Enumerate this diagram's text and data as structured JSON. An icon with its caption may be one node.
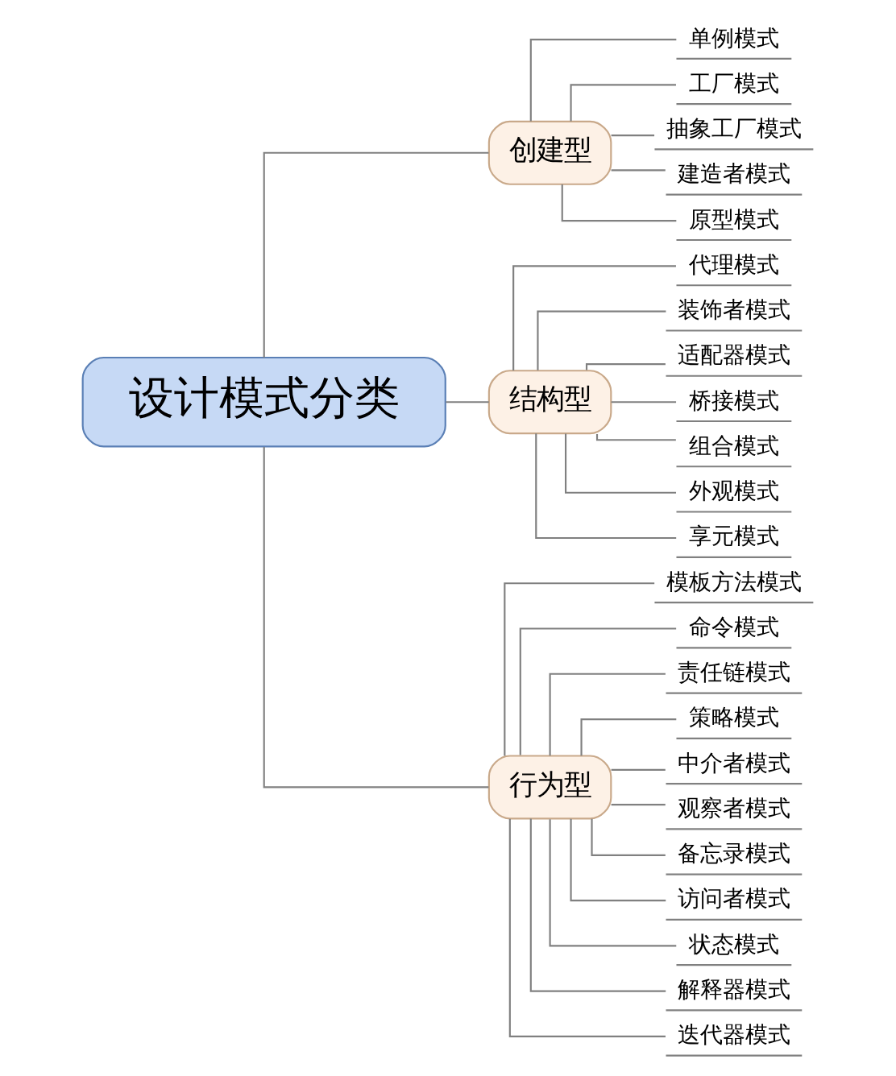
{
  "diagram": {
    "nodes": [
      {
        "text": [
          "设计模式分类"
        ]
      },
      {
        "text": [
          "创建型"
        ]
      },
      {
        "text": [
          "单例模式"
        ]
      },
      {
        "text": [
          "工厂模式"
        ]
      },
      {
        "text": [
          "抽象工厂模式"
        ]
      },
      {
        "text": [
          "建造者模式"
        ]
      },
      {
        "text": [
          "原型模式"
        ]
      },
      {
        "text": [
          "结构型"
        ]
      },
      {
        "text": [
          "代理模式"
        ]
      },
      {
        "text": [
          "装饰者模式"
        ]
      },
      {
        "text": [
          "适配器模式"
        ]
      },
      {
        "text": [
          "桥接模式"
        ]
      },
      {
        "text": [
          "组合模式"
        ]
      },
      {
        "text": [
          "外观模式"
        ]
      },
      {
        "text": [
          "享元模式"
        ]
      },
      {
        "text": [
          "行为型"
        ]
      },
      {
        "text": [
          "模板方法模式"
        ]
      },
      {
        "text": [
          "命令模式"
        ]
      },
      {
        "text": [
          "责任链模式"
        ]
      },
      {
        "text": [
          "策略模式"
        ]
      },
      {
        "text": [
          "中介者模式"
        ]
      },
      {
        "text": [
          "观察者模式"
        ]
      },
      {
        "text": [
          "备忘录模式"
        ]
      },
      {
        "text": [
          "访问者模式"
        ]
      },
      {
        "text": [
          "状态模式"
        ]
      },
      {
        "text": [
          "解释器模式"
        ]
      },
      {
        "text": [
          "迭代器模式"
        ]
      }
    ],
    "edges": [
      {
        "from": 0,
        "to": 1,
        "arrow": "none"
      },
      {
        "from": 0,
        "to": 7,
        "arrow": "none"
      },
      {
        "from": 0,
        "to": 15,
        "arrow": "none"
      },
      {
        "from": 1,
        "to": 2,
        "arrow": "none"
      },
      {
        "from": 1,
        "to": 3,
        "arrow": "none"
      },
      {
        "from": 1,
        "to": 4,
        "arrow": "none"
      },
      {
        "from": 1,
        "to": 5,
        "arrow": "none"
      },
      {
        "from": 1,
        "to": 6,
        "arrow": "none"
      },
      {
        "from": 7,
        "to": 8,
        "arrow": "none"
      },
      {
        "from": 7,
        "to": 9,
        "arrow": "none"
      },
      {
        "from": 7,
        "to": 10,
        "arrow": "none"
      },
      {
        "from": 7,
        "to": 11,
        "arrow": "none"
      },
      {
        "from": 7,
        "to": 12,
        "arrow": "none"
      },
      {
        "from": 7,
        "to": 13,
        "arrow": "none"
      },
      {
        "from": 7,
        "to": 14,
        "arrow": "none"
      },
      {
        "from": 15,
        "to": 16,
        "arrow": "none"
      },
      {
        "from": 15,
        "to": 17,
        "arrow": "none"
      },
      {
        "from": 15,
        "to": 18,
        "arrow": "none"
      },
      {
        "from": 15,
        "to": 19,
        "arrow": "none"
      },
      {
        "from": 15,
        "to": 20,
        "arrow": "none"
      },
      {
        "from": 15,
        "to": 21,
        "arrow": "none"
      },
      {
        "from": 15,
        "to": 22,
        "arrow": "none"
      },
      {
        "from": 15,
        "to": 23,
        "arrow": "none"
      },
      {
        "from": 15,
        "to": 24,
        "arrow": "none"
      },
      {
        "from": 15,
        "to": 25,
        "arrow": "none"
      },
      {
        "from": 15,
        "to": 26,
        "arrow": "none"
      }
    ]
  }
}
